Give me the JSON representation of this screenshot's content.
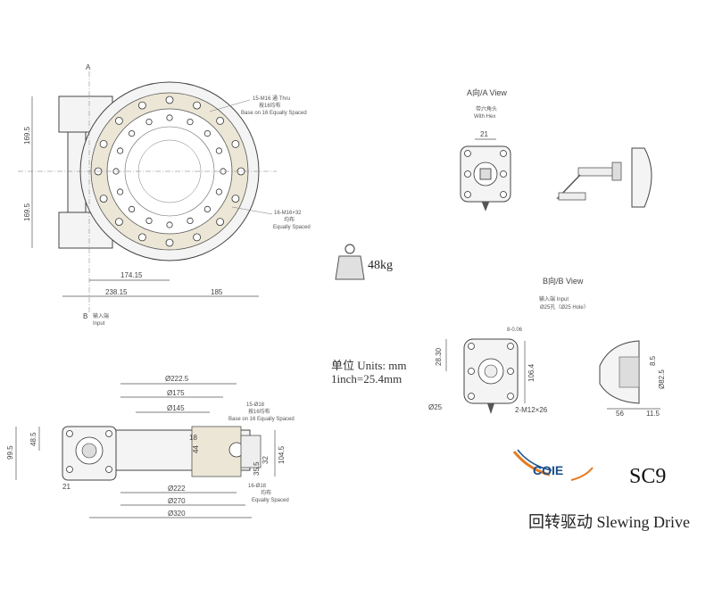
{
  "model": "SC9",
  "product_name": "回转驱动 Slewing Drive",
  "brand": "COIE",
  "weight": "48kg",
  "units": {
    "line1": "单位 Units: mm",
    "line2": "1inch=25.4mm"
  },
  "views": {
    "a_title": "A向/A View",
    "a_note_cn": "带六角头",
    "a_note_en": "With Hex",
    "a_dim": "21",
    "b_title": "B向/B View",
    "b_note_cn": "输入端   Input",
    "b_note_en": "Ø25孔（Ø25 Hole）",
    "b_dims": [
      "8-0.06",
      "28.30",
      "106.4",
      "Ø25",
      "2-M12×26",
      "8.5",
      "Ø82.5",
      "56",
      "11.5"
    ]
  },
  "top_view": {
    "label_a": "A",
    "label_b": "B",
    "input_cn": "输入端",
    "input_en": "Input",
    "dim_169_top": "169.5",
    "dim_169_bottom": "169.5",
    "dim_174": "174.15",
    "dim_238": "238.15",
    "dim_185": "185",
    "callout_outer_1": "15-M16 通 Thru",
    "callout_outer_2": "按16均布",
    "callout_outer_3": "Base on 16 Equally Spaced",
    "callout_inner_1": "16-M16×32",
    "callout_inner_2": "均布",
    "callout_inner_3": "Equally Spaced"
  },
  "section_view": {
    "d222_5": "Ø222.5",
    "d175": "Ø175",
    "d145": "Ø145",
    "d222": "Ø222",
    "d270": "Ø270",
    "d320": "Ø320",
    "h99_5": "99.5",
    "h48_5": "48.5",
    "h44": "44",
    "h18": "18",
    "h104_5": "104.5",
    "h32": "32",
    "h35_5": "35.5",
    "r21": "21",
    "callout_top_1": "15-Ø18",
    "callout_top_2": "按16均布",
    "callout_top_3": "Base on 16 Equally Spaced",
    "callout_bot_1": "16-Ø18",
    "callout_bot_2": "均布",
    "callout_bot_3": "Equally Spaced"
  },
  "colors": {
    "brand_blue": "#1a4f8a",
    "brand_orange": "#e87a1e"
  }
}
